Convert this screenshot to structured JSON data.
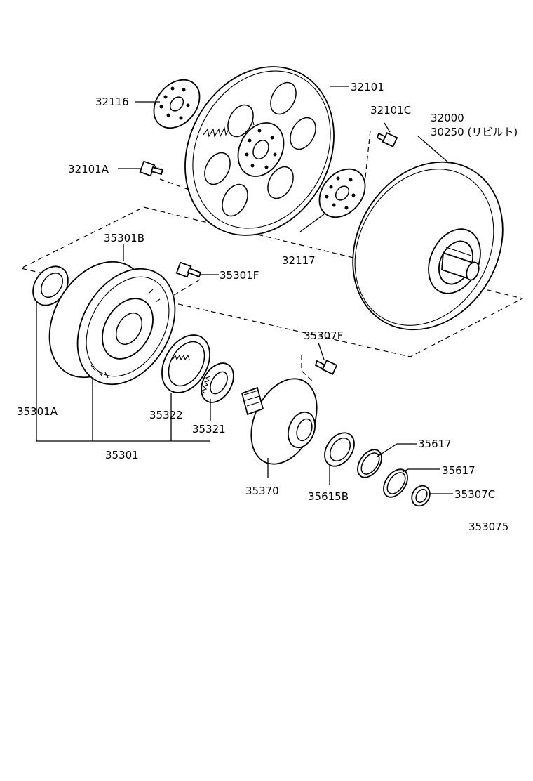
{
  "labels": {
    "p32116": "32116",
    "p32101": "32101",
    "p32101c": "32101C",
    "p32000": "32000",
    "p30250": "30250 (リビルト)",
    "p32101a": "32101A",
    "p32117": "32117",
    "p35301b": "35301B",
    "p35301f": "35301F",
    "p35307f": "35307F",
    "p35301a": "35301A",
    "p35322": "35322",
    "p35321": "35321",
    "p35301": "35301",
    "p35370": "35370",
    "p35617a": "35617",
    "p35617b": "35617",
    "p35615b": "35615B",
    "p35307c": "35307C",
    "figure_id": "353075"
  }
}
